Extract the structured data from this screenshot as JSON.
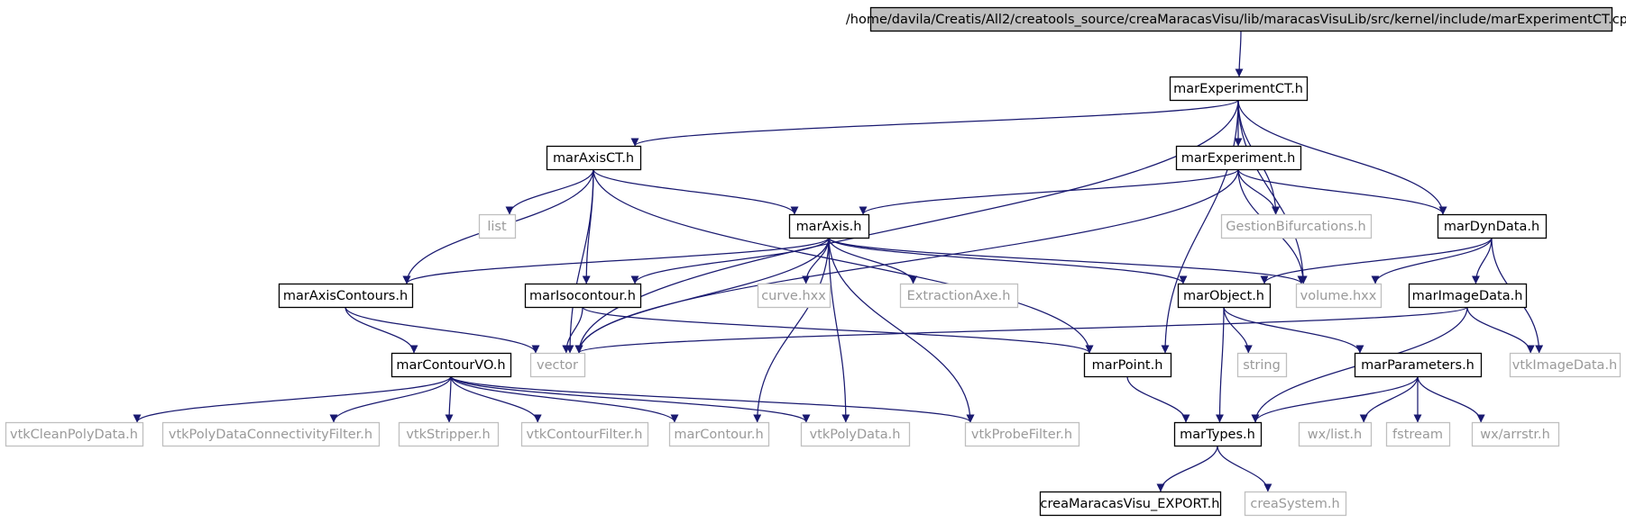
{
  "colors": {
    "edge": "#191970",
    "root_fill": "#bfbfbf",
    "node_fill": "#ffffff",
    "node_border_documented": "#000000",
    "node_border_external": "#bfbfbf",
    "text_documented": "#000000",
    "text_external": "#9a9a9a"
  },
  "nodes": [
    {
      "id": "root",
      "label": "/home/davila/Creatis/All2/creatools_source/creaMaracasVisu/lib/maracasVisuLib/src/kernel/include/marExperimentCT.cpp",
      "kind": "root"
    },
    {
      "id": "marExperimentCT_h",
      "label": "marExperimentCT.h",
      "kind": "documented"
    },
    {
      "id": "marAxisCT_h",
      "label": "marAxisCT.h",
      "kind": "documented"
    },
    {
      "id": "marExperiment_h",
      "label": "marExperiment.h",
      "kind": "documented"
    },
    {
      "id": "list",
      "label": "list",
      "kind": "external"
    },
    {
      "id": "marAxis_h",
      "label": "marAxis.h",
      "kind": "documented"
    },
    {
      "id": "GestionBifurcations_h",
      "label": "GestionBifurcations.h",
      "kind": "external"
    },
    {
      "id": "marDynData_h",
      "label": "marDynData.h",
      "kind": "documented"
    },
    {
      "id": "marAxisContours_h",
      "label": "marAxisContours.h",
      "kind": "documented"
    },
    {
      "id": "marIsocontour_h",
      "label": "marIsocontour.h",
      "kind": "documented"
    },
    {
      "id": "curve_hxx",
      "label": "curve.hxx",
      "kind": "external"
    },
    {
      "id": "ExtractionAxe_h",
      "label": "ExtractionAxe.h",
      "kind": "external"
    },
    {
      "id": "marObject_h",
      "label": "marObject.h",
      "kind": "documented"
    },
    {
      "id": "volume_hxx",
      "label": "volume.hxx",
      "kind": "external"
    },
    {
      "id": "marImageData_h",
      "label": "marImageData.h",
      "kind": "documented"
    },
    {
      "id": "marContourVO_h",
      "label": "marContourVO.h",
      "kind": "documented"
    },
    {
      "id": "vector",
      "label": "vector",
      "kind": "external"
    },
    {
      "id": "marPoint_h",
      "label": "marPoint.h",
      "kind": "documented"
    },
    {
      "id": "string",
      "label": "string",
      "kind": "external"
    },
    {
      "id": "marParameters_h",
      "label": "marParameters.h",
      "kind": "documented"
    },
    {
      "id": "vtkImageData_h",
      "label": "vtkImageData.h",
      "kind": "external"
    },
    {
      "id": "vtkCleanPolyData_h",
      "label": "vtkCleanPolyData.h",
      "kind": "external"
    },
    {
      "id": "vtkPolyDataConnectivityFilter_h",
      "label": "vtkPolyDataConnectivityFilter.h",
      "kind": "external"
    },
    {
      "id": "vtkStripper_h",
      "label": "vtkStripper.h",
      "kind": "external"
    },
    {
      "id": "vtkContourFilter_h",
      "label": "vtkContourFilter.h",
      "kind": "external"
    },
    {
      "id": "marContour_h",
      "label": "marContour.h",
      "kind": "external"
    },
    {
      "id": "vtkPolyData_h",
      "label": "vtkPolyData.h",
      "kind": "external"
    },
    {
      "id": "vtkProbeFilter_h",
      "label": "vtkProbeFilter.h",
      "kind": "external"
    },
    {
      "id": "marTypes_h",
      "label": "marTypes.h",
      "kind": "documented"
    },
    {
      "id": "wx_list_h",
      "label": "wx/list.h",
      "kind": "external"
    },
    {
      "id": "fstream",
      "label": "fstream",
      "kind": "external"
    },
    {
      "id": "wx_arrstr_h",
      "label": "wx/arrstr.h",
      "kind": "external"
    },
    {
      "id": "creaMaracasVisu_EXPORT_h",
      "label": "creaMaracasVisu_EXPORT.h",
      "kind": "documented"
    },
    {
      "id": "creaSystem_h",
      "label": "creaSystem.h",
      "kind": "external"
    }
  ],
  "edges": [
    {
      "from": "root",
      "to": "marExperimentCT_h"
    },
    {
      "from": "marExperimentCT_h",
      "to": "marAxisCT_h"
    },
    {
      "from": "marExperimentCT_h",
      "to": "marExperiment_h"
    },
    {
      "from": "marExperimentCT_h",
      "to": "vector"
    },
    {
      "from": "marExperimentCT_h",
      "to": "GestionBifurcations_h"
    },
    {
      "from": "marExperimentCT_h",
      "to": "marPoint_h"
    },
    {
      "from": "marExperimentCT_h",
      "to": "volume_hxx"
    },
    {
      "from": "marExperimentCT_h",
      "to": "marDynData_h"
    },
    {
      "from": "marAxisCT_h",
      "to": "list"
    },
    {
      "from": "marAxisCT_h",
      "to": "marAxis_h"
    },
    {
      "from": "marAxisCT_h",
      "to": "marAxisContours_h"
    },
    {
      "from": "marAxisCT_h",
      "to": "marIsocontour_h"
    },
    {
      "from": "marAxisCT_h",
      "to": "vector"
    },
    {
      "from": "marAxisCT_h",
      "to": "marPoint_h"
    },
    {
      "from": "marExperiment_h",
      "to": "marAxis_h"
    },
    {
      "from": "marExperiment_h",
      "to": "vector"
    },
    {
      "from": "marExperiment_h",
      "to": "GestionBifurcations_h"
    },
    {
      "from": "marExperiment_h",
      "to": "volume_hxx"
    },
    {
      "from": "marExperiment_h",
      "to": "marDynData_h"
    },
    {
      "from": "marAxis_h",
      "to": "marAxisContours_h"
    },
    {
      "from": "marAxis_h",
      "to": "marIsocontour_h"
    },
    {
      "from": "marAxis_h",
      "to": "vector"
    },
    {
      "from": "marAxis_h",
      "to": "curve_hxx"
    },
    {
      "from": "marAxis_h",
      "to": "ExtractionAxe_h"
    },
    {
      "from": "marAxis_h",
      "to": "marObject_h"
    },
    {
      "from": "marAxis_h",
      "to": "volume_hxx"
    },
    {
      "from": "marAxis_h",
      "to": "marContour_h"
    },
    {
      "from": "marAxis_h",
      "to": "vtkPolyData_h"
    },
    {
      "from": "marAxis_h",
      "to": "vtkProbeFilter_h"
    },
    {
      "from": "marDynData_h",
      "to": "marObject_h"
    },
    {
      "from": "marDynData_h",
      "to": "volume_hxx"
    },
    {
      "from": "marDynData_h",
      "to": "marImageData_h"
    },
    {
      "from": "marDynData_h",
      "to": "vtkImageData_h"
    },
    {
      "from": "marAxisContours_h",
      "to": "marContourVO_h"
    },
    {
      "from": "marAxisContours_h",
      "to": "vector"
    },
    {
      "from": "marIsocontour_h",
      "to": "vector"
    },
    {
      "from": "marIsocontour_h",
      "to": "marPoint_h"
    },
    {
      "from": "marObject_h",
      "to": "string"
    },
    {
      "from": "marObject_h",
      "to": "marParameters_h"
    },
    {
      "from": "marObject_h",
      "to": "marTypes_h"
    },
    {
      "from": "marImageData_h",
      "to": "vector"
    },
    {
      "from": "marImageData_h",
      "to": "marTypes_h"
    },
    {
      "from": "marImageData_h",
      "to": "vtkImageData_h"
    },
    {
      "from": "marContourVO_h",
      "to": "vtkCleanPolyData_h"
    },
    {
      "from": "marContourVO_h",
      "to": "vtkPolyDataConnectivityFilter_h"
    },
    {
      "from": "marContourVO_h",
      "to": "vtkStripper_h"
    },
    {
      "from": "marContourVO_h",
      "to": "vtkContourFilter_h"
    },
    {
      "from": "marContourVO_h",
      "to": "marContour_h"
    },
    {
      "from": "marContourVO_h",
      "to": "vtkPolyData_h"
    },
    {
      "from": "marContourVO_h",
      "to": "vtkProbeFilter_h"
    },
    {
      "from": "marPoint_h",
      "to": "marTypes_h"
    },
    {
      "from": "marParameters_h",
      "to": "marTypes_h"
    },
    {
      "from": "marParameters_h",
      "to": "wx_list_h"
    },
    {
      "from": "marParameters_h",
      "to": "fstream"
    },
    {
      "from": "marParameters_h",
      "to": "wx_arrstr_h"
    },
    {
      "from": "marTypes_h",
      "to": "creaMaracasVisu_EXPORT_h"
    },
    {
      "from": "marTypes_h",
      "to": "creaSystem_h"
    }
  ]
}
